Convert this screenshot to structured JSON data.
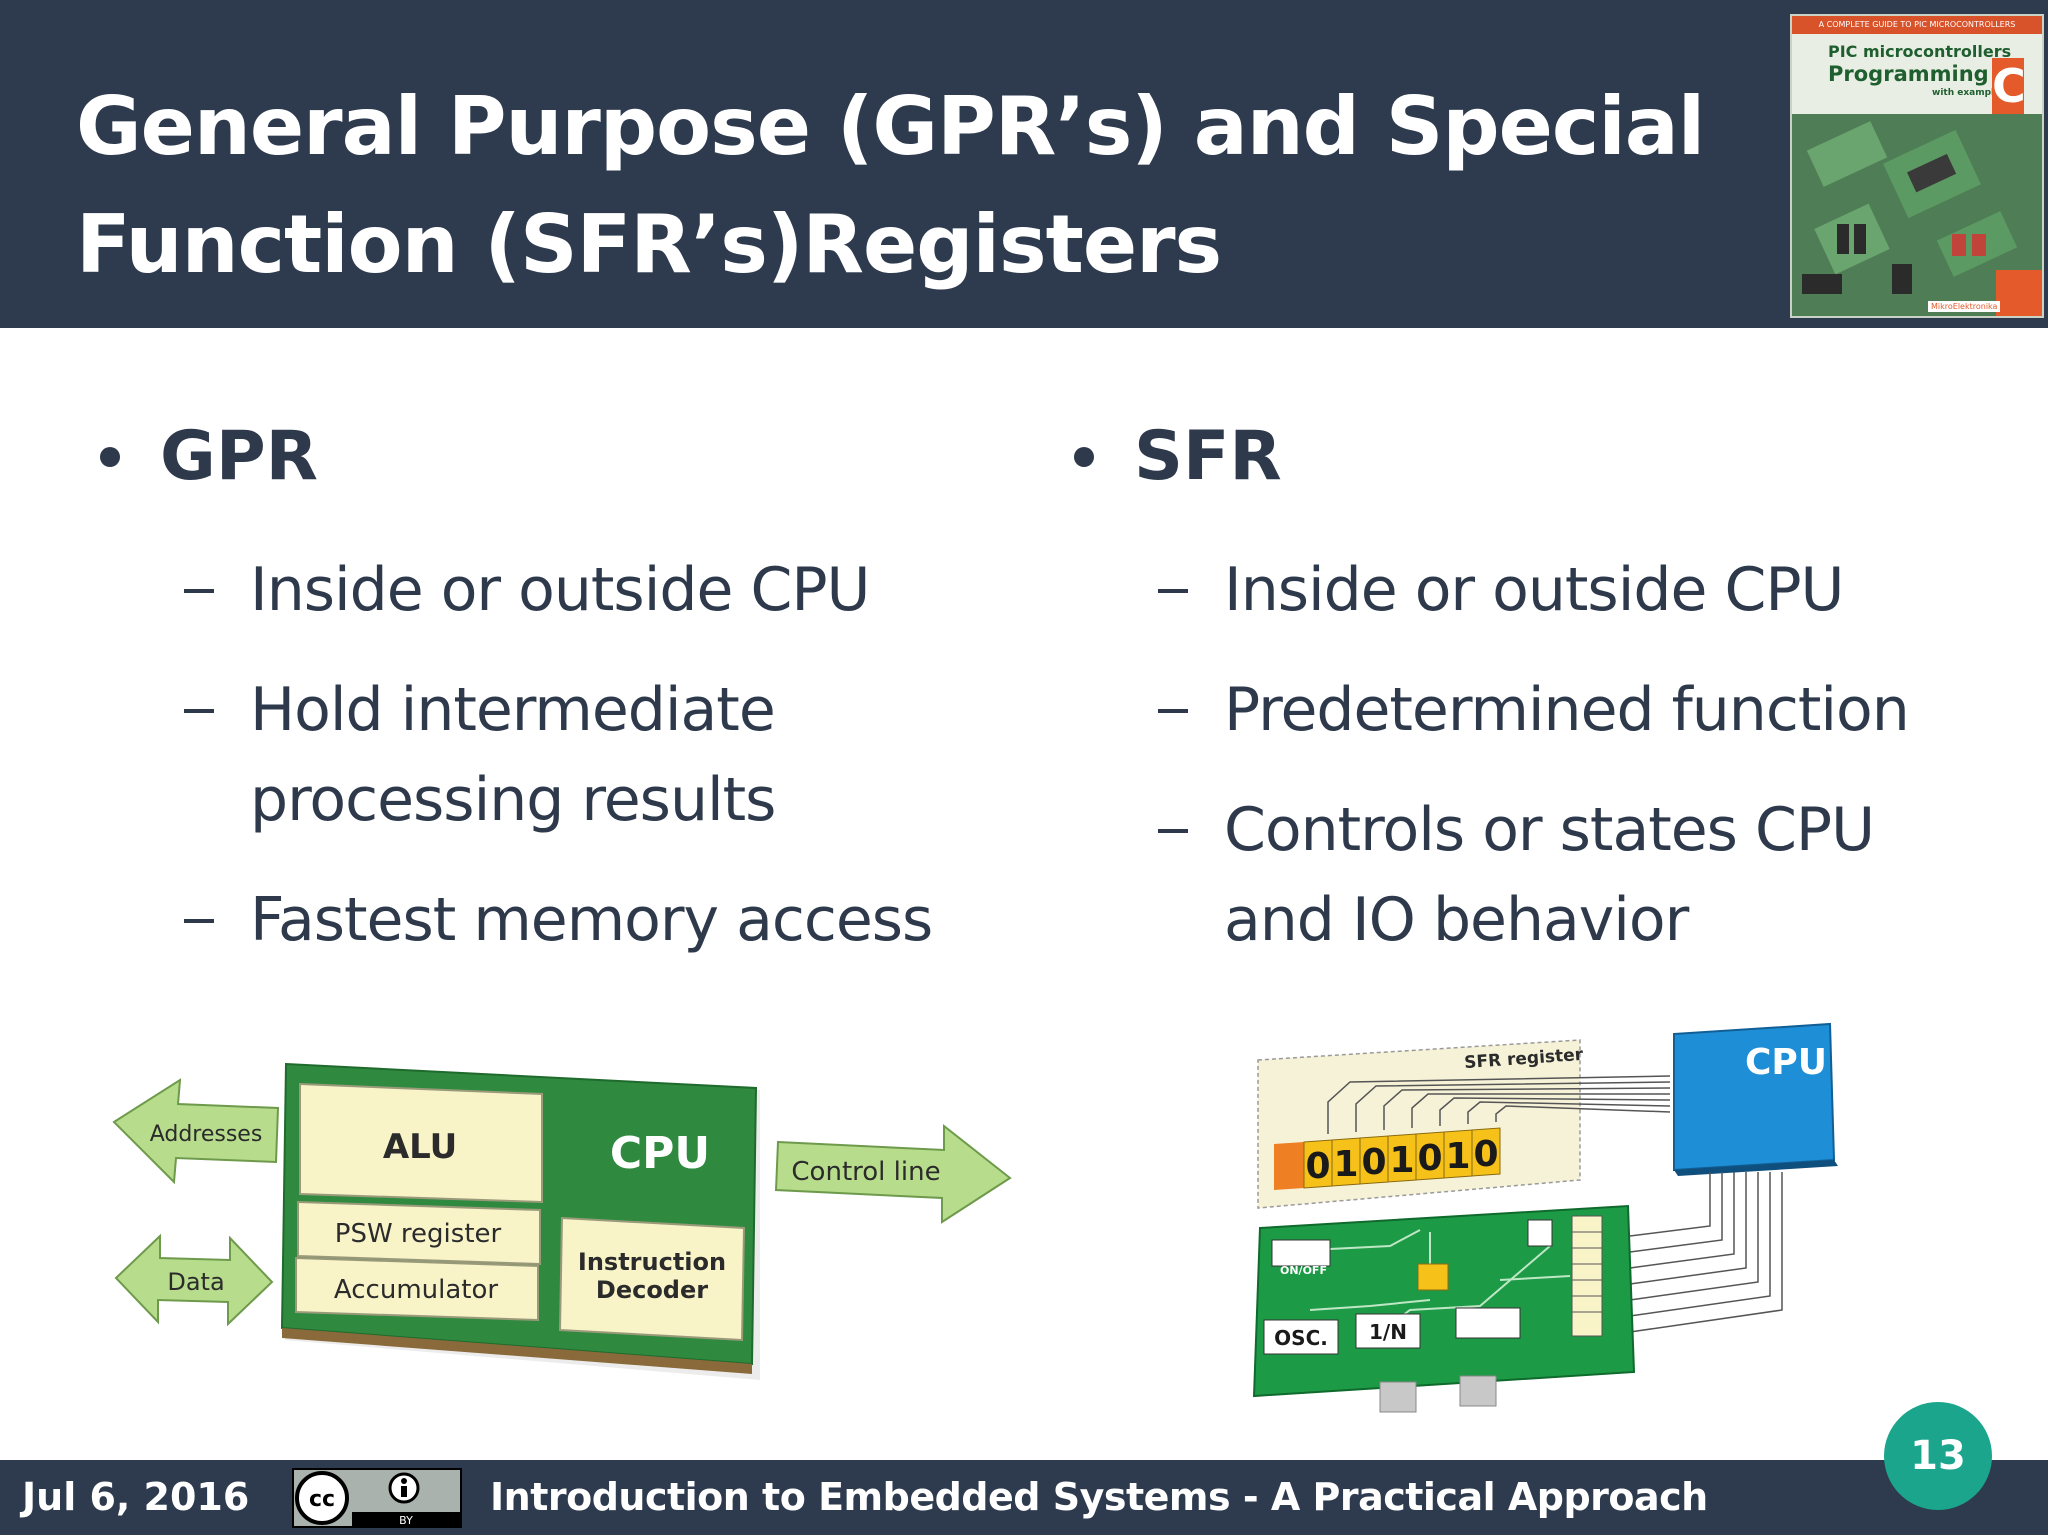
{
  "header": {
    "title_line1": "General Purpose (GPR’s) and Special",
    "title_line2": "Function (SFR’s)Registers"
  },
  "book_cover": {
    "band_text": "A COMPLETE GUIDE TO PIC MICROCONTROLLERS",
    "line1": "PIC microcontrollers",
    "line2": "Programming in",
    "line3": "with examples",
    "big_letter": "C",
    "brand": "MikroElektronika"
  },
  "left_column": {
    "heading": "GPR",
    "items": [
      "Inside or outside CPU",
      "Hold intermediate",
      "processing results",
      "Fastest memory access"
    ]
  },
  "right_column": {
    "heading": "SFR",
    "items": [
      "Inside or outside CPU",
      "Predetermined function",
      "Controls or states CPU",
      "and IO behavior"
    ]
  },
  "gpr_diagram": {
    "addresses": "Addresses",
    "data": "Data",
    "alu": "ALU",
    "cpu": "CPU",
    "control_line": "Control line",
    "psw": "PSW register",
    "accumulator": "Accumulator",
    "decoder_line1": "Instruction",
    "decoder_line2": "Decoder"
  },
  "sfr_diagram": {
    "register_label": "SFR register",
    "cpu": "CPU",
    "bits": [
      "0",
      "1",
      "0",
      "1",
      "0",
      "1",
      "0"
    ],
    "on_off": "ON/OFF",
    "osc": "OSC.",
    "one_n": "1/N"
  },
  "footer": {
    "date": "Jul 6, 2016",
    "title": "Introduction to Embedded Systems - A Practical Approach",
    "page": "13",
    "license_by": "BY"
  },
  "colors": {
    "header_bg": "#2e3b4e",
    "text": "#2e3a4b",
    "page_badge": "#1aa58c",
    "cpu_green": "#2f8a3f",
    "cpu_blue": "#1e8fd6",
    "arrow_green": "#b7dc8c",
    "cream": "#f8f4c8"
  }
}
